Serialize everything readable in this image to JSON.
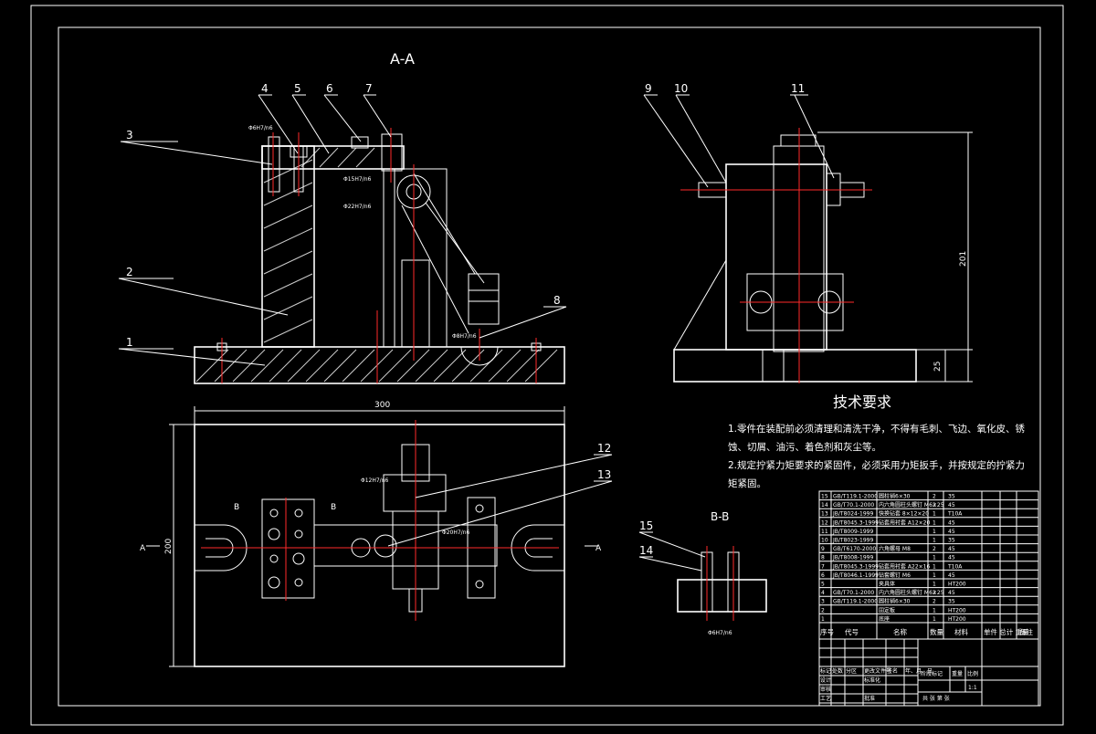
{
  "section_titles": {
    "aa": "A-A",
    "bb": "B-B"
  },
  "part_numbers": [
    "1",
    "2",
    "3",
    "4",
    "5",
    "6",
    "7",
    "8",
    "9",
    "10",
    "11",
    "12",
    "13",
    "14",
    "15"
  ],
  "dimensions": {
    "width_300": "300",
    "height_200": "200",
    "height_201": "201",
    "base_25": "25",
    "fit_6": "Φ6H7/n6",
    "fit_15": "Φ15H7/n6",
    "fit_22": "Φ22H7/n6",
    "fit_8": "Φ8H7/n6",
    "fit_12": "Φ12H7/n6",
    "fit_20": "Φ20H7/n6",
    "fit_6b": "Φ6H7/n6"
  },
  "section_marks": {
    "a_left": "A",
    "a_right": "A",
    "b_left": "B",
    "b_right": "B"
  },
  "technical_requirements": {
    "title": "技术要求",
    "line1": "1.零件在装配前必须清理和清洗干净，不得有毛刺、飞边、氧化皮、锈",
    "line2": "蚀、切屑、油污、着色剂和灰尘等。",
    "line3": "2.规定拧紧力矩要求的紧固件，必须采用力矩扳手，并按规定的拧紧力",
    "line4": "矩紧固。"
  },
  "bom_header": {
    "seq": "序号",
    "code": "代号",
    "name": "名称",
    "qty": "数量",
    "material": "材料",
    "weight": "单件 总计 重量",
    "remark": "备注"
  },
  "bom_rows": [
    [
      "15",
      "GB/T119.1-2000",
      "圆柱销6×30",
      "2",
      "35"
    ],
    [
      "14",
      "GB/T70.1-2000",
      "内六角圆柱头螺钉 M6×25",
      "2",
      "45"
    ],
    [
      "13",
      "JB/T8024-1999",
      "快换钻套 8×12×20",
      "1",
      "T10A"
    ],
    [
      "12",
      "JB/T8045.3-1999",
      "钻套用衬套 A12×20",
      "1",
      "45"
    ],
    [
      "11",
      "JB/T8009-1999",
      "",
      "1",
      "45"
    ],
    [
      "10",
      "JB/T8023-1999",
      "",
      "1",
      "35"
    ],
    [
      "9",
      "GB/T6170-2000",
      "六角螺母 M8",
      "2",
      "45"
    ],
    [
      "8",
      "JB/T8008-1999",
      "",
      "1",
      "45"
    ],
    [
      "7",
      "JB/T8045.3-1999",
      "钻套用衬套 A22×16",
      "1",
      "T10A"
    ],
    [
      "6",
      "JB/T8046.1-1999",
      "钻套螺钉 M6",
      "1",
      "45"
    ],
    [
      "5",
      "",
      "夹具体",
      "1",
      "HT200"
    ],
    [
      "4",
      "GB/T70.1-2000",
      "内六角圆柱头螺钉 M6×25",
      "2",
      "45"
    ],
    [
      "3",
      "GB/T119.1-2000",
      "圆柱销6×30",
      "2",
      "35"
    ],
    [
      "2",
      "",
      "固定板",
      "1",
      "HT200"
    ],
    [
      "1",
      "",
      "底座",
      "1",
      "HT200"
    ]
  ],
  "title_block": {
    "r1": [
      "标记",
      "处数",
      "分区",
      "更改文件号",
      "签名",
      "年、月、日"
    ],
    "design": "设计",
    "std": "标准化",
    "review": "审核",
    "craft": "工艺",
    "approve": "批准",
    "stage": "阶段标记",
    "weight": "重量",
    "scale": "比例",
    "scale_val": "1:1",
    "sheets": "共 张 第 张"
  }
}
